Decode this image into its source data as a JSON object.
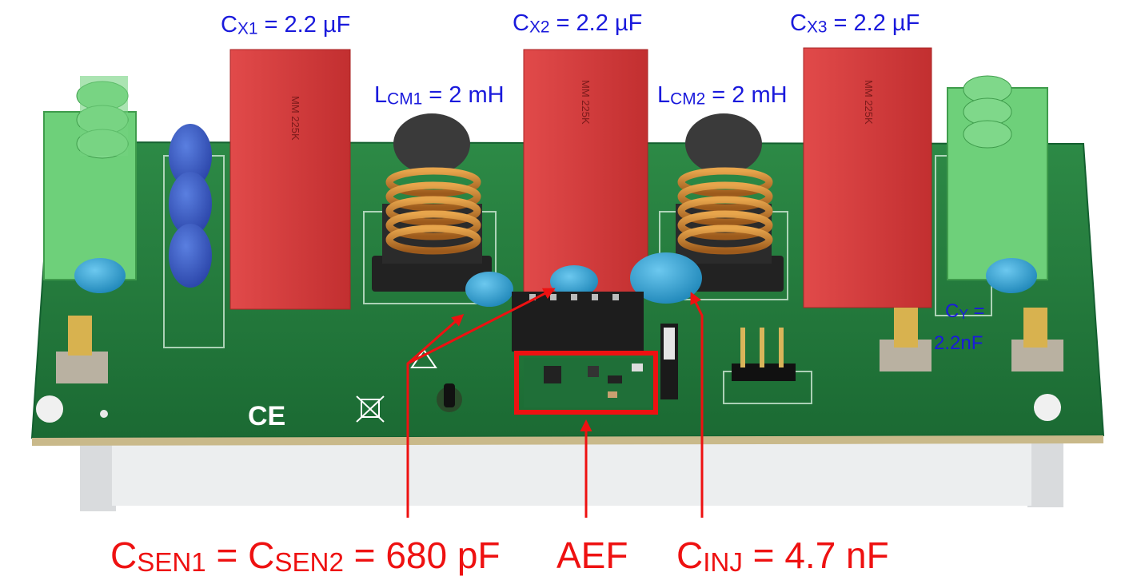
{
  "labels": {
    "cx1": {
      "main": "C",
      "sub": "X1",
      "rest": " = 2.2 µF"
    },
    "cx2": {
      "main": "C",
      "sub": "X2",
      "rest": " = 2.2 µF"
    },
    "cx3": {
      "main": "C",
      "sub": "X3",
      "rest": " = 2.2 µF"
    },
    "lcm1": {
      "main": "L",
      "sub": "CM1",
      "rest": " = 2 mH"
    },
    "lcm2": {
      "main": "L",
      "sub": "CM2",
      "rest": " = 2 mH"
    },
    "cy": {
      "main": "C",
      "sub": "Y",
      "rest": " =",
      "line2": "2.2nF"
    },
    "csen": {
      "main": "C",
      "sub": "SEN1",
      "mid": " = C",
      "sub2": "SEN2",
      "rest": " = 680 pF"
    },
    "aef": {
      "text": "AEF"
    },
    "cinj": {
      "main": "C",
      "sub": "INJ",
      "rest": " = 4.7 nF"
    }
  },
  "colors": {
    "annotation_blue": "#1a1adc",
    "annotation_red": "#ee1111",
    "pcb_green": "#1f7a3a",
    "capacitor_red": "#d8393a",
    "y_cap_blue": "#2a9fd0",
    "terminal_green": "#5fc46a",
    "copper": "#c57a2a"
  }
}
